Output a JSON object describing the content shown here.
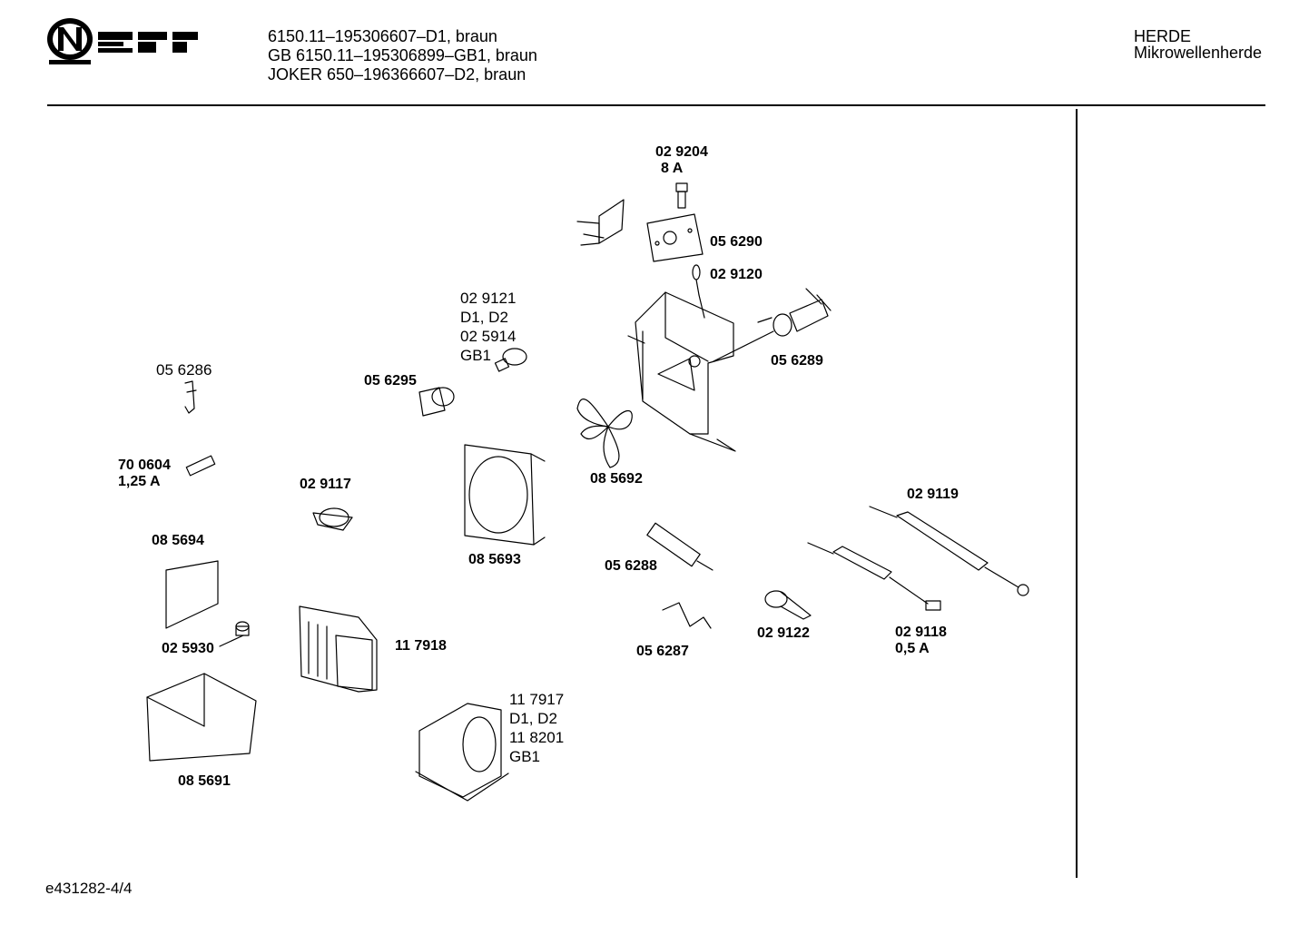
{
  "brand": {
    "logo_text": "NEFF"
  },
  "header": {
    "models": [
      "6150.11–195306607–D1, braun",
      "GB 6150.11–195306899–GB1, braun",
      "JOKER 650–196366607–D2, braun"
    ],
    "category": "HERDE",
    "subcategory": "Mikrowellenherde"
  },
  "footer": {
    "doc_id": "e431282-4/4"
  },
  "parts": [
    {
      "id": "p029204",
      "lines": [
        "02 9204",
        "8 A"
      ]
    },
    {
      "id": "p056290",
      "lines": [
        "05 6290"
      ]
    },
    {
      "id": "p029120",
      "lines": [
        "02 9120"
      ]
    },
    {
      "id": "p029121",
      "lines": [
        "02 9121",
        "D1, D2",
        "02 5914",
        "GB1"
      ]
    },
    {
      "id": "p056289",
      "lines": [
        "05 6289"
      ]
    },
    {
      "id": "p056286",
      "lines": [
        "05 6286"
      ]
    },
    {
      "id": "p056295",
      "lines": [
        "05 6295"
      ]
    },
    {
      "id": "p700604",
      "lines": [
        "70 0604",
        "1,25 A"
      ]
    },
    {
      "id": "p029117",
      "lines": [
        "02 9117"
      ]
    },
    {
      "id": "p085692",
      "lines": [
        "08 5692"
      ]
    },
    {
      "id": "p029119",
      "lines": [
        "02 9119"
      ]
    },
    {
      "id": "p085694",
      "lines": [
        "08 5694"
      ]
    },
    {
      "id": "p085693",
      "lines": [
        "08 5693"
      ]
    },
    {
      "id": "p056288",
      "lines": [
        "05 6288"
      ]
    },
    {
      "id": "p025930",
      "lines": [
        "02 5930"
      ]
    },
    {
      "id": "p117918",
      "lines": [
        "11 7918"
      ]
    },
    {
      "id": "p056287",
      "lines": [
        "05 6287"
      ]
    },
    {
      "id": "p029122",
      "lines": [
        "02 9122"
      ]
    },
    {
      "id": "p029118",
      "lines": [
        "02 9118",
        "0,5 A"
      ]
    },
    {
      "id": "p117917",
      "lines": [
        "11 7917",
        "D1, D2",
        "11 8201",
        "GB1"
      ]
    },
    {
      "id": "p085691",
      "lines": [
        "08 5691"
      ]
    }
  ]
}
